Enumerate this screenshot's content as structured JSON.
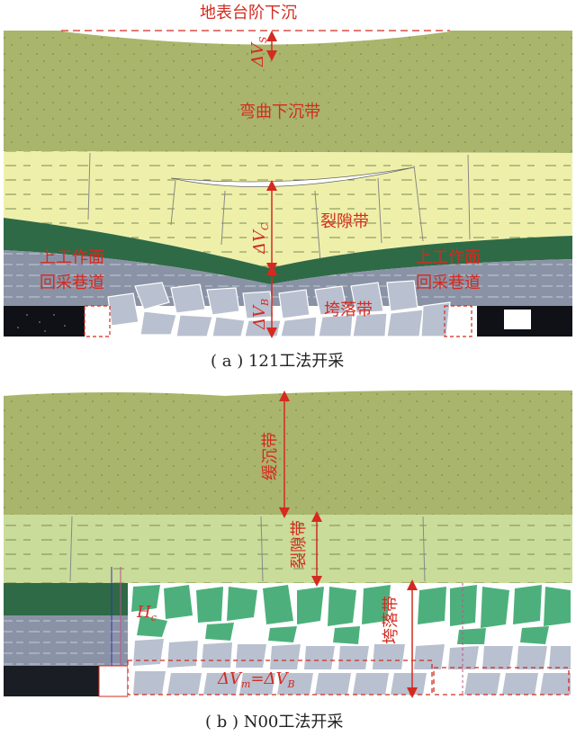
{
  "panel_a": {
    "surface_step_label": "地表台阶下沉",
    "delta_vs": "ΔV",
    "delta_vs_sub": "S",
    "bending_zone": "弯曲下沉带",
    "fracture_zone": "裂隙带",
    "delta_vc": "ΔV",
    "delta_vc_sub": "C",
    "caving_zone": "垮落带",
    "delta_vb": "ΔV",
    "delta_vb_sub": "B",
    "left_roadway_line1": "上工作面",
    "left_roadway_line2": "回采巷道",
    "right_roadway_line1": "上工作面",
    "right_roadway_line2": "回采巷道",
    "caption": "( a ) 121工法开采"
  },
  "panel_b": {
    "slow_subsidence_zone": "缓沉带",
    "fracture_zone": "裂隙带",
    "caving_zone": "垮落带",
    "hc": "H",
    "hc_sub": "c",
    "delta_eq": "ΔV",
    "delta_eq_sub1": "m",
    "delta_eq_mid": "=ΔV",
    "delta_eq_sub2": "B",
    "caption": "( b ) N00工法开采"
  },
  "colors": {
    "olive": "#a9b56b",
    "lightgreen": "#c9dc9a",
    "paleyellow": "#eef0a9",
    "darkgreen": "#2f6a46",
    "gray": "#8a93a6",
    "label_red": "#d42a1f"
  }
}
